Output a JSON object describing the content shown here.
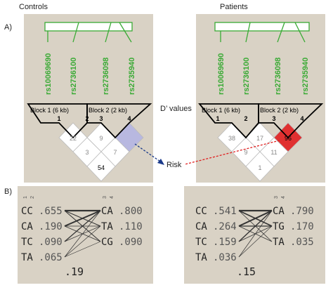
{
  "panel_labels": {
    "a": "A)",
    "b": "B)"
  },
  "groups": {
    "controls": "Controls",
    "patients": "Patients"
  },
  "snps": [
    "rs10069690",
    "rs2736100",
    "rs2736098",
    "rs2735940"
  ],
  "blocks": {
    "block1": "Block 1 (6 kb)",
    "block2": "Block 2 (2 kb)"
  },
  "marker_numbers": [
    "1",
    "2",
    "3",
    "4"
  ],
  "dprime_label": "D’ values",
  "risk_label": "Risk",
  "colors": {
    "snp_text": "#3aaa35",
    "panel_bg": "#d9d2c5",
    "highlight_controls": "#b8b8e0",
    "highlight_patients": "#e03030",
    "arrow_blue": "#1a3a8a",
    "arrow_red": "#e02020"
  },
  "controls": {
    "dprime": {
      "c12": "22",
      "c13": "3",
      "c23": "9",
      "c24": "7",
      "c14": "54",
      "c34": ""
    },
    "block1_haplotypes": [
      {
        "hap": "CC",
        "freq": ".655"
      },
      {
        "hap": "CA",
        "freq": ".190"
      },
      {
        "hap": "TC",
        "freq": ".090"
      },
      {
        "hap": "TA",
        "freq": ".065"
      }
    ],
    "block2_haplotypes": [
      {
        "hap": "CA",
        "freq": ".800"
      },
      {
        "hap": "TA",
        "freq": ".110"
      },
      {
        "hap": "CG",
        "freq": ".090"
      }
    ],
    "multiallelic_dprime": ".19"
  },
  "patients": {
    "dprime": {
      "c12": "38",
      "c13": "9",
      "c23": "17",
      "c24": "11",
      "c14": "1",
      "c34": "96"
    },
    "block1_haplotypes": [
      {
        "hap": "CC",
        "freq": ".541"
      },
      {
        "hap": "CA",
        "freq": ".264"
      },
      {
        "hap": "TC",
        "freq": ".159"
      },
      {
        "hap": "TA",
        "freq": ".036"
      }
    ],
    "block2_haplotypes": [
      {
        "hap": "CA",
        "freq": ".790"
      },
      {
        "hap": "TG",
        "freq": ".170"
      },
      {
        "hap": "TA",
        "freq": ".035"
      }
    ],
    "multiallelic_dprime": ".15"
  }
}
